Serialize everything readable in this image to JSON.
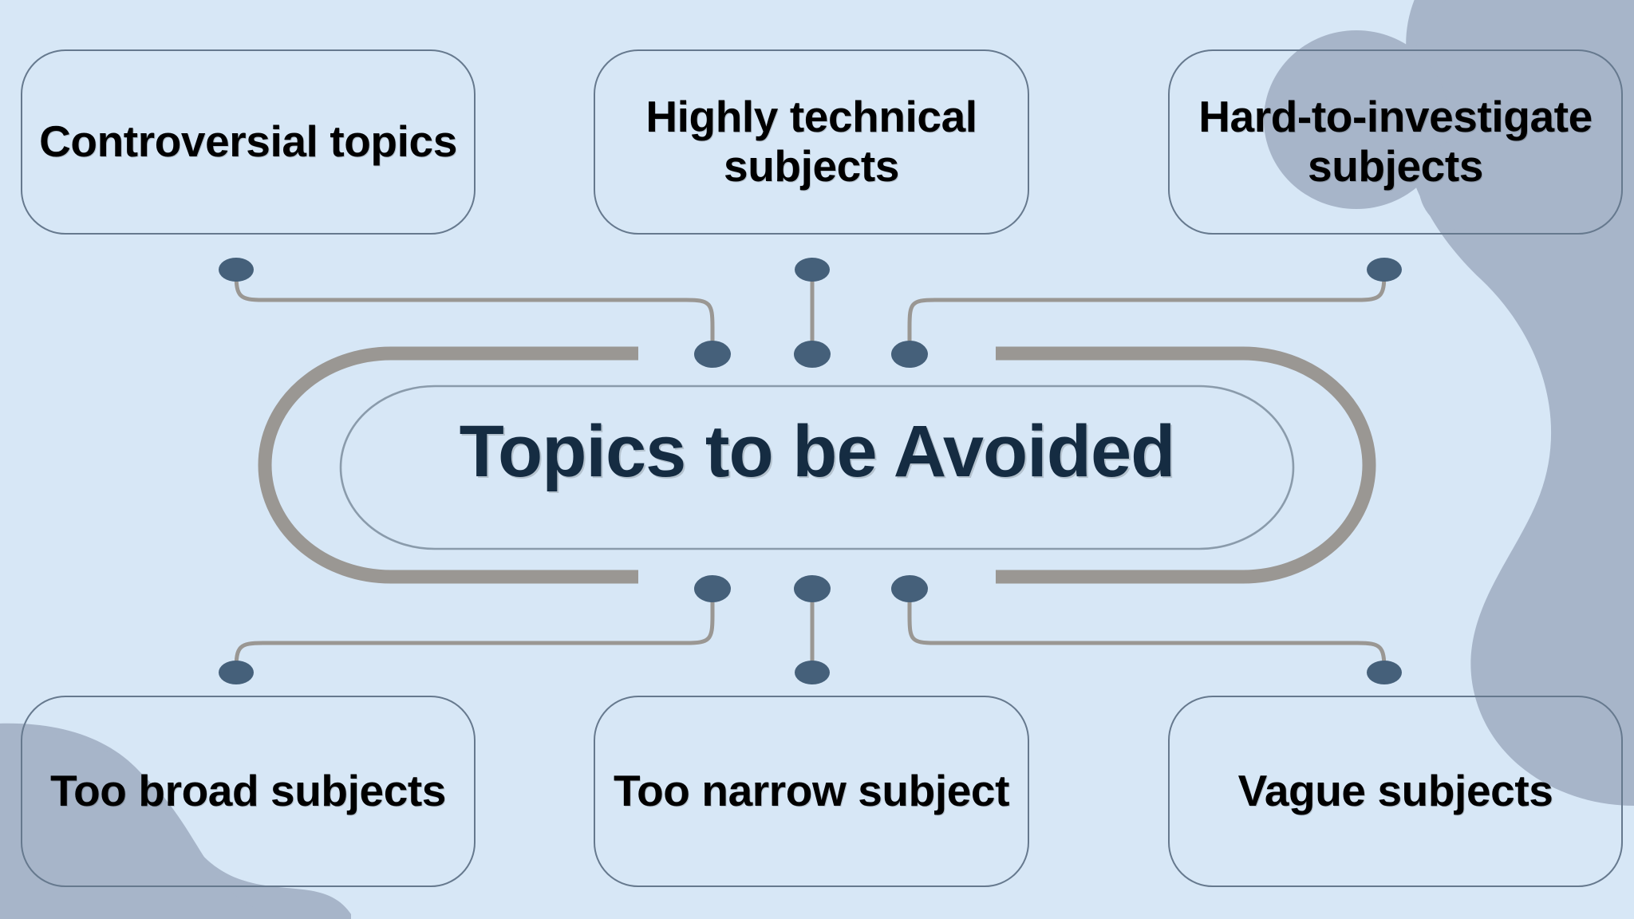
{
  "diagram": {
    "type": "mind-map",
    "title": "Topics to be Avoided",
    "center": {
      "label": "Topics to be Avoided",
      "shape": "capsule",
      "text_color": "#152c42",
      "outer_stroke_color": "#9a9793",
      "inner_stroke_color": "#8a9bab"
    },
    "background_color": "#d7e7f6",
    "node_border_color": "#66798e",
    "node_text_color": "#000000",
    "connector_dot_color": "#45607a",
    "connector_line_color": "#9a9793",
    "decor_blob_color": "#a7b5c9",
    "top_nodes": [
      {
        "id": "controversial",
        "label": "Controversial topics"
      },
      {
        "id": "technical",
        "label": "Highly technical subjects"
      },
      {
        "id": "hard",
        "label": "Hard-to-investigate subjects"
      }
    ],
    "bottom_nodes": [
      {
        "id": "broad",
        "label": "Too broad subjects"
      },
      {
        "id": "narrow",
        "label": "Too narrow subject"
      },
      {
        "id": "vague",
        "label": "Vague subjects"
      }
    ]
  }
}
